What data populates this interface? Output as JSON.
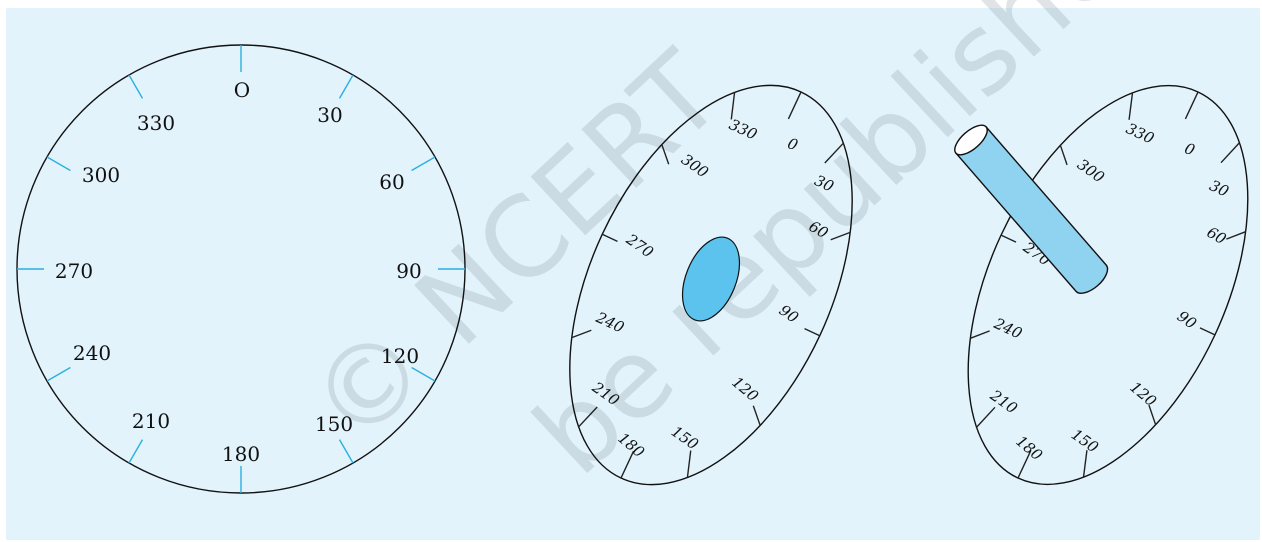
{
  "colors": {
    "background": "#e2f3fb",
    "tick_flat": "#2bb0df",
    "tick_tilted": "#222222",
    "outline": "#111111",
    "hole_fill": "#5cc3ee",
    "rod_fill": "#8fd3f0"
  },
  "dial_labels": [
    "O",
    "30",
    "60",
    "90",
    "120",
    "150",
    "180",
    "210",
    "240",
    "270",
    "300",
    "330"
  ],
  "dial_labels_tilted": [
    "0",
    "30",
    "60",
    "90",
    "120",
    "150",
    "180",
    "210",
    "240",
    "270",
    "300",
    "330"
  ],
  "watermark": {
    "line1": "© NCERT",
    "line2": "be republished"
  }
}
